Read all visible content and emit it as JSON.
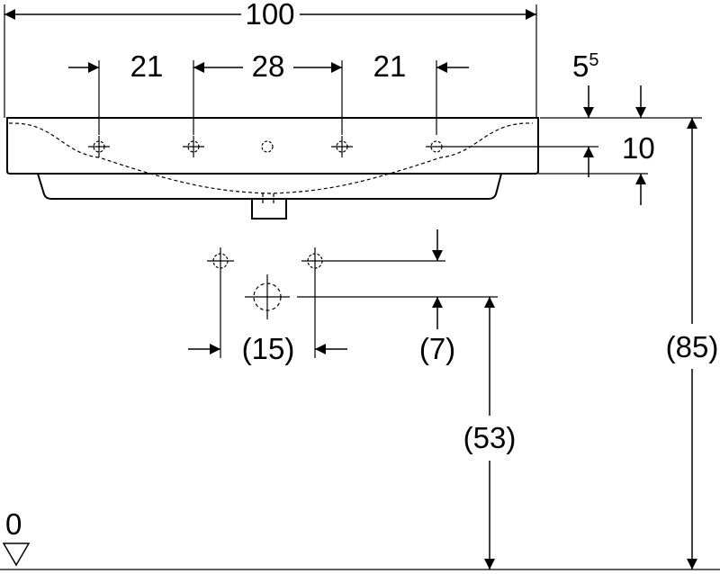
{
  "dimensions": {
    "overall_width": "100",
    "left_tap_offset": "21",
    "tap_spacing": "28",
    "right_tap_offset": "21",
    "top_thickness_base": "5",
    "top_thickness_sup": "5",
    "tap_hole_depth": "10",
    "wall_hole_spacing": "(15)",
    "wall_hole_offset": "(7)",
    "outlet_height": "(53)",
    "rim_height": "(85)",
    "floor_level": "0"
  }
}
